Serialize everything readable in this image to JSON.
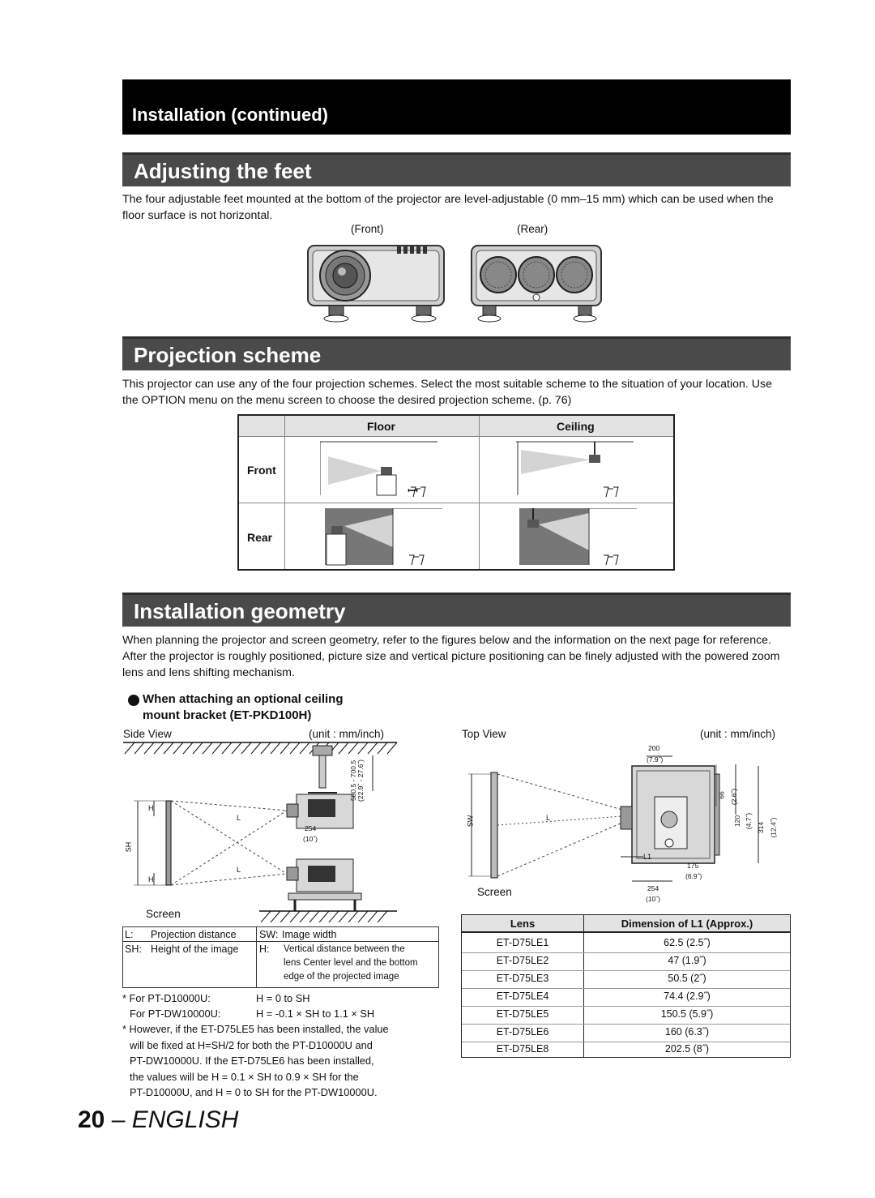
{
  "header": {
    "title": "Installation (continued)"
  },
  "sections": {
    "feet": {
      "title": "Adjusting the feet",
      "text": "The four adjustable feet mounted at the bottom of the projector are level-adjustable (0 mm–15 mm) which can be used when the floor surface is not horizontal.",
      "front_label": "(Front)",
      "rear_label": "(Rear)"
    },
    "projection": {
      "title": "Projection scheme",
      "text": "This projector can use any of the four projection schemes. Select the most suitable scheme to the situation of your location. Use the OPTION menu on the menu screen to choose the desired projection scheme. (p. 76)"
    },
    "geometry": {
      "title": "Installation geometry",
      "text": "When planning the projector and screen geometry, refer to the figures below and the information on the next page for reference. After the projector is roughly positioned, picture size and vertical picture positioning can be finely adjusted with the powered zoom lens and lens shifting mechanism."
    }
  },
  "projection_table": {
    "col_floor": "Floor",
    "col_ceiling": "Ceiling",
    "row_front": "Front",
    "row_rear": "Rear"
  },
  "bullet": {
    "line1": "When attaching an optional ceiling",
    "line2": "mount bracket (ET-PKD100H)"
  },
  "side_view": {
    "title": "Side View",
    "unit": "(unit : mm/inch)",
    "screen": "Screen",
    "dim_h": "H",
    "dim_sh": "SH",
    "dim_l": "L",
    "dim_254": "254",
    "dim_254in": "(10˝)",
    "dim_range": "580.5 - 700.5",
    "dim_range_in": "(22.9˝ - 27.6˝)"
  },
  "top_view": {
    "title": "Top View",
    "unit": "(unit : mm/inch)",
    "screen": "Screen",
    "dim_sw": "SW",
    "dim_l": "L",
    "dim_l1": "L1",
    "d200": "200",
    "d200in": "(7.9˝)",
    "d66": "66",
    "d66in": "(2.6˝)",
    "d120": "120",
    "d120in": "(4.7˝)",
    "d314": "314",
    "d314in": "(12.4˝)",
    "d175": "175",
    "d175in": "(6.9˝)",
    "d254": "254",
    "d254in": "(10˝)"
  },
  "legend": {
    "l_key": "L:",
    "l_val": "Projection distance",
    "sw_key": "SW:",
    "sw_val": "Image width",
    "sh_key": "SH:",
    "sh_val": "Height of the image",
    "h_key": "H:",
    "h_val1": "Vertical distance between the",
    "h_val2": "lens Center level and the bottom",
    "h_val3": "edge of the projected image"
  },
  "notes": {
    "n1_model": "* For PT-D10000U:",
    "n1_val": "H = 0 to SH",
    "n2_model": "For PT-DW10000U:",
    "n2_val": "H = -0.1 × SH to 1.1 × SH",
    "n3_l1": "* However, if the ET-D75LE5 has been installed, the value",
    "n3_l2": "will be fixed at H=SH/2 for both the PT-D10000U and",
    "n3_l3": "PT-DW10000U. If the ET-D75LE6 has been installed,",
    "n3_l4": "the values will be H = 0.1 × SH to 0.9 × SH for the",
    "n3_l5": "PT-D10000U, and H = 0 to SH for the PT-DW10000U."
  },
  "lens_table": {
    "header_lens": "Lens",
    "header_dim": "Dimension of L1 (Approx.)",
    "rows": [
      {
        "lens": "ET-D75LE1",
        "dim": "62.5 (2.5˝)"
      },
      {
        "lens": "ET-D75LE2",
        "dim": "47 (1.9˝)"
      },
      {
        "lens": "ET-D75LE3",
        "dim": "50.5 (2˝)"
      },
      {
        "lens": "ET-D75LE4",
        "dim": "74.4 (2.9˝)"
      },
      {
        "lens": "ET-D75LE5",
        "dim": "150.5 (5.9˝)"
      },
      {
        "lens": "ET-D75LE6",
        "dim": "160 (6.3˝)"
      },
      {
        "lens": "ET-D75LE8",
        "dim": "202.5 (8˝)"
      }
    ]
  },
  "footer": {
    "page": "20",
    "dash": "–",
    "lang": "ENGLISH"
  }
}
